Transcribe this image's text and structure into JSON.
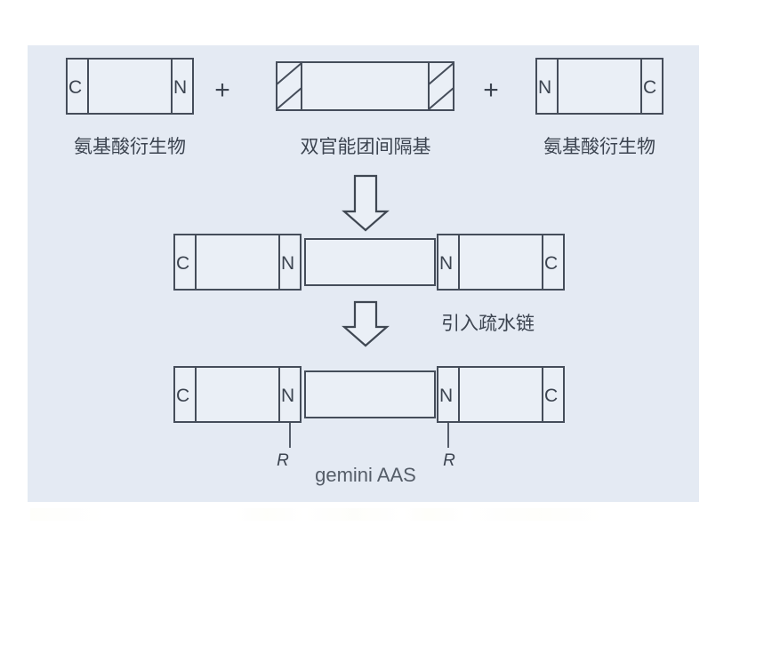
{
  "figure": {
    "title_visible": false,
    "background_panel_color": "#e4eaf3",
    "page_background_color": "#ffffff",
    "box_fill_color": "#eaeff6",
    "line_color": "#454d5a",
    "text_color": "#3c4450"
  },
  "row_reactants": {
    "label_left": "氨基酸衍生物",
    "label_middle": "双官能团间隔基",
    "label_right": "氨基酸衍生物",
    "plus_1": "+",
    "plus_2": "+",
    "box_left": {
      "left_cap_text": "C",
      "right_cap_text": "N"
    },
    "box_middle": {
      "left_cap_text": "",
      "right_cap_text": "",
      "hatched": true
    },
    "box_right": {
      "left_cap_text": "N",
      "right_cap_text": "C"
    }
  },
  "arrow_1": {
    "name": "down-arrow",
    "direction": "down",
    "label": ""
  },
  "row_intermediate": {
    "box_left": {
      "left_cap_text": "C",
      "right_cap_text": "N"
    },
    "box_middle": {
      "left_cap_text": "",
      "right_cap_text": ""
    },
    "box_right": {
      "left_cap_text": "N",
      "right_cap_text": "C"
    }
  },
  "arrow_2": {
    "name": "down-arrow",
    "direction": "down",
    "label": "引入疏水链"
  },
  "row_product": {
    "box_left": {
      "left_cap_text": "C",
      "right_cap_text": "N",
      "substituent": "R"
    },
    "box_middle": {
      "left_cap_text": "",
      "right_cap_text": ""
    },
    "box_right": {
      "left_cap_text": "N",
      "right_cap_text": "C",
      "substituent": "R"
    },
    "product_label": "gemini AAS"
  }
}
